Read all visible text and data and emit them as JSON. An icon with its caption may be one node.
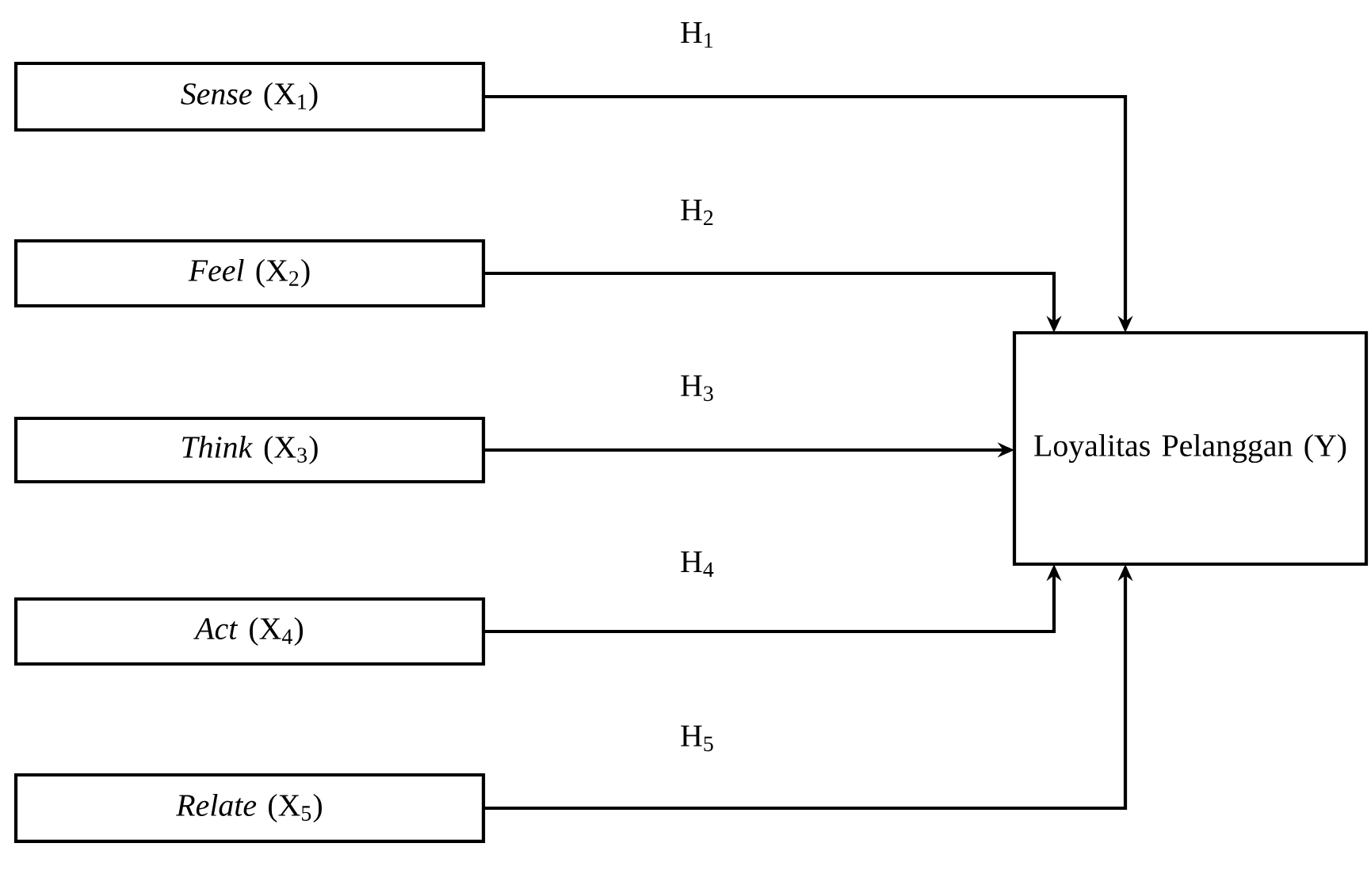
{
  "diagram": {
    "nodes": [
      {
        "text": [
          "*Sense* (X$_{1}$)"
        ]
      },
      {
        "text": [
          "*Feel* (X$_{2}$)"
        ]
      },
      {
        "text": [
          "*Think* (X$_{3}$)"
        ]
      },
      {
        "text": [
          "*Act* (X$_{4}$)"
        ]
      },
      {
        "text": [
          "*Relate* (X$_{5}$)"
        ]
      },
      {
        "text": [
          "Loyalitas Pelanggan (Y)"
        ]
      }
    ],
    "edges": [
      {
        "from": 0,
        "to": 5,
        "arrow": "to",
        "label": "H$_{1}$"
      },
      {
        "from": 1,
        "to": 5,
        "arrow": "to",
        "label": "H$_{2}$"
      },
      {
        "from": 2,
        "to": 5,
        "arrow": "to",
        "label": "H$_{3}$"
      },
      {
        "from": 3,
        "to": 5,
        "arrow": "to",
        "label": "H$_{4}$"
      },
      {
        "from": 4,
        "to": 5,
        "arrow": "to",
        "label": "H$_{5}$"
      }
    ]
  }
}
